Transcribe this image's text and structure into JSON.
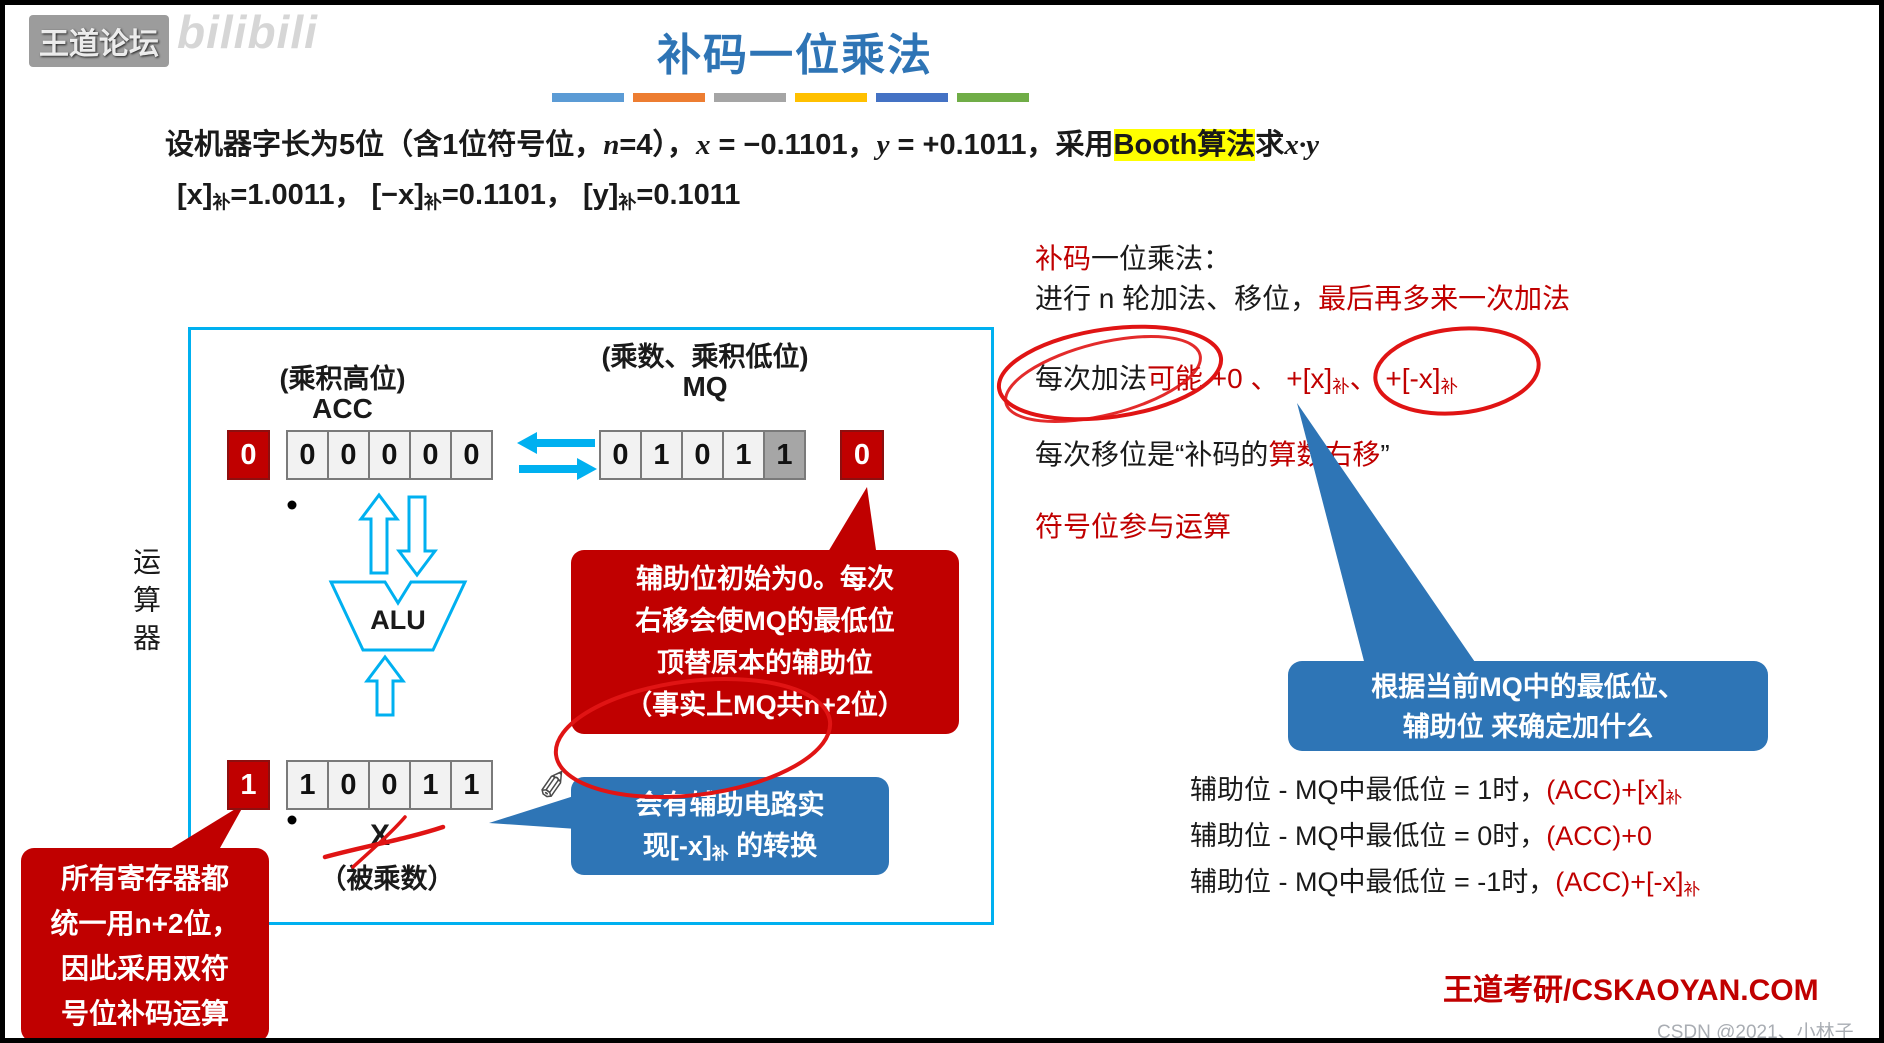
{
  "title": "补码一位乘法",
  "watermarks": {
    "wangdao": "王道论坛",
    "bilibili": "bilibili",
    "csdn": "CSDN @2021、小林子"
  },
  "colors": {
    "title_blue": "#2E74B5",
    "dark_red": "#C00000",
    "annotation_red": "#E01414",
    "cyan": "#00B0F0",
    "bubble_blue": "#2E75B6",
    "highlight_yellow": "#FFFF00",
    "cell_bg": "#F2F2F2",
    "cell_gray": "#A6A6A6",
    "divider_bars": [
      "#5B9BD5",
      "#ED7D31",
      "#A5A5A5",
      "#FFC000",
      "#4472C4",
      "#70AD47"
    ]
  },
  "icons": {
    "pen_cursor": "✎"
  },
  "problem": {
    "line1": [
      "设机器字长为5位（含1位符号位，",
      "n",
      "=4），",
      "x",
      " = −0.1101，",
      "y",
      " = +0.1011，采用",
      "Booth算法",
      "求",
      "x·y"
    ],
    "line2": [
      "[x]",
      "补",
      "=1.0011，  ",
      "[−x]",
      "补",
      "=0.1101，  ",
      "[y]",
      "补",
      "=0.1011"
    ]
  },
  "notes": {
    "n1": [
      "补码",
      "一位乘法："
    ],
    "n2": [
      "进行 n 轮加法、移位，",
      "最后再多来一次加法"
    ],
    "n3": [
      "每次加法",
      "可能 +0 、 ",
      "+[x]",
      "补",
      "、 ",
      "+[-x]",
      "补"
    ],
    "n4": [
      "每次移位是“补码的",
      "算数右移",
      "”"
    ],
    "n5": "符号位参与运算",
    "callout": [
      "根据当前MQ中的最低位、",
      "辅助位 来确定加什么"
    ],
    "rules": [
      {
        "cond": "辅助位 - MQ中最低位 = 1时，",
        "action": "(ACC)+[x]",
        "sub": "补"
      },
      {
        "cond": "辅助位 - MQ中最低位 = 0时，",
        "action": "(ACC)+0",
        "sub": ""
      },
      {
        "cond": "辅助位 - MQ中最低位 = -1时，",
        "action": "(ACC)+[-x]",
        "sub": "补"
      }
    ]
  },
  "diagram": {
    "unit_label": "运算器",
    "acc_caption": "(乘积高位)",
    "acc_name": "ACC",
    "mq_caption": "(乘数、乘积低位)",
    "mq_name": "MQ",
    "alu_label": "ALU",
    "x_name": "X",
    "x_caption": "（被乘数）",
    "acc_cells": [
      "0",
      "0",
      "0",
      "0",
      "0",
      "0"
    ],
    "mq_cells": [
      "0",
      "1",
      "0",
      "1",
      "1",
      "0"
    ],
    "x_cells": [
      "1",
      "1",
      "0",
      "0",
      "1",
      "1"
    ],
    "aux_note": [
      "辅助位初始为0。每次",
      "右移会使MQ的最低位",
      "顶替原本的辅助位",
      "（事实上MQ共n+2位）"
    ],
    "neg_note_l1": "会有辅助电路实",
    "neg_note_l2": [
      "现[-x]",
      "补",
      " 的转换"
    ],
    "reg_note": [
      "所有寄存器都",
      "统一用n+2位，",
      "因此采用双符",
      "号位补码运算"
    ]
  },
  "footer": "王道考研/CSKAOYAN.COM"
}
